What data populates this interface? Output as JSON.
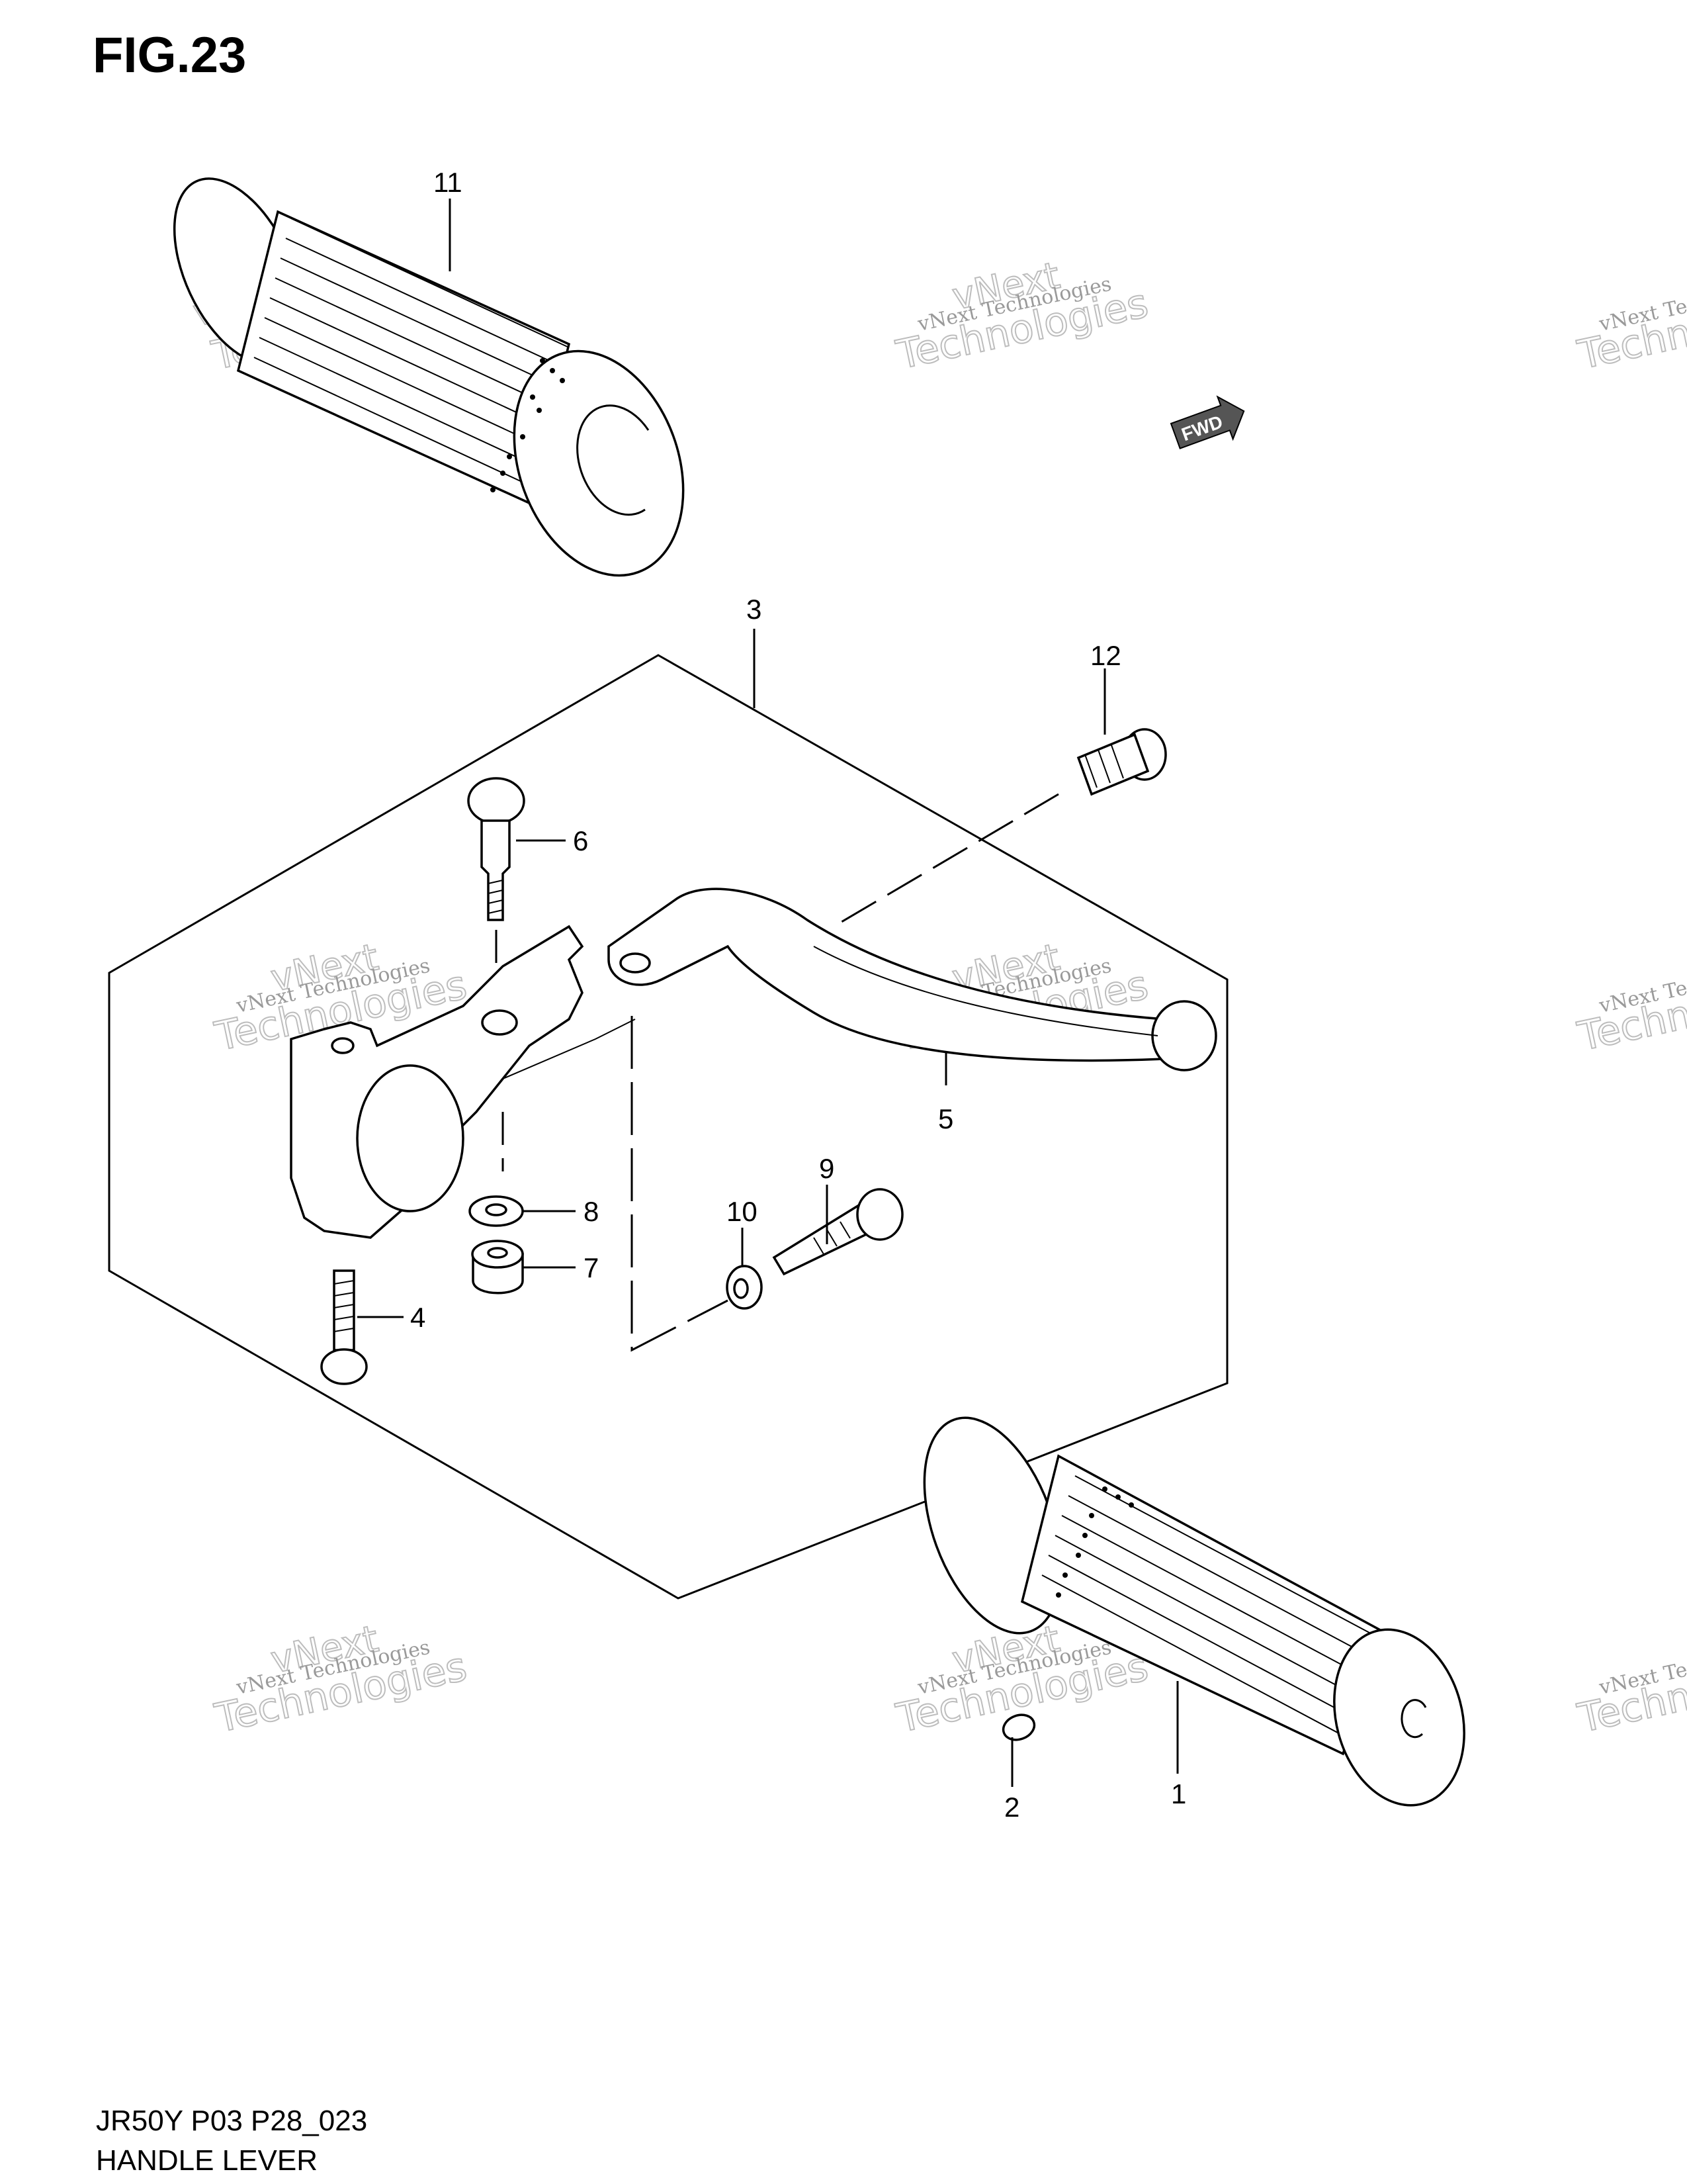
{
  "figure": {
    "title": "FIG.23"
  },
  "footer": {
    "model": "JR50Y P03 P28_023",
    "name": "HANDLE LEVER"
  },
  "fwd_badge": {
    "label": "FWD"
  },
  "watermark": {
    "line1": "vNext Technologies",
    "line2": "vNext",
    "line3": "Technologies"
  },
  "callouts": [
    {
      "id": "1",
      "label": "1"
    },
    {
      "id": "2",
      "label": "2"
    },
    {
      "id": "3",
      "label": "3"
    },
    {
      "id": "4",
      "label": "4"
    },
    {
      "id": "5",
      "label": "5"
    },
    {
      "id": "6",
      "label": "6"
    },
    {
      "id": "7",
      "label": "7"
    },
    {
      "id": "8",
      "label": "8"
    },
    {
      "id": "9",
      "label": "9"
    },
    {
      "id": "10",
      "label": "10"
    },
    {
      "id": "11",
      "label": "11"
    },
    {
      "id": "12",
      "label": "12"
    }
  ]
}
